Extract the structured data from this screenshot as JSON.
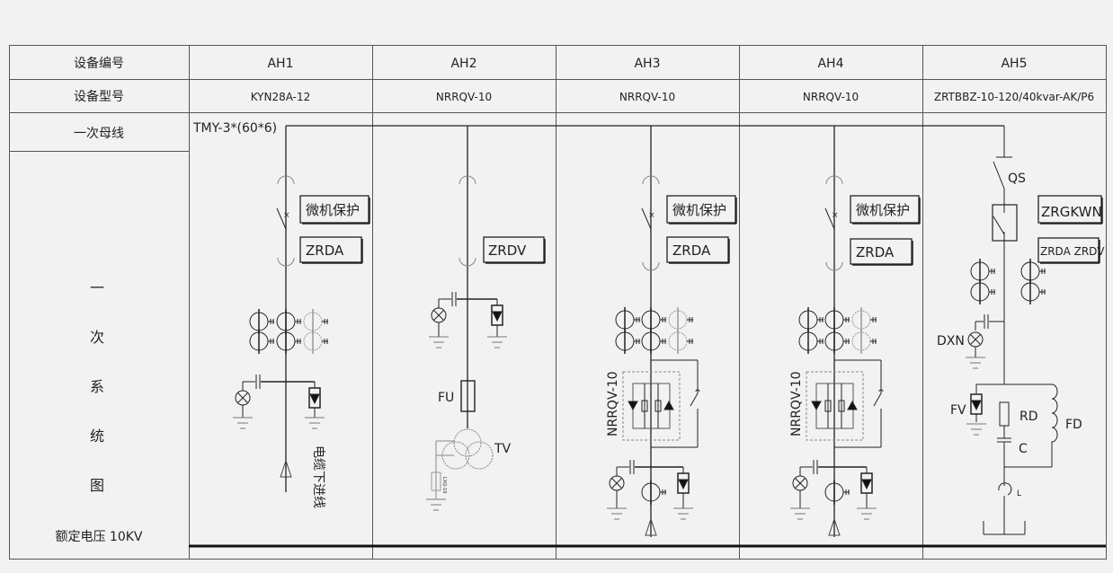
{
  "table": {
    "row_labels": {
      "device_no": "设备编号",
      "device_model": "设备型号",
      "busbar": "一次母线",
      "rated_voltage": "额定电压 10KV"
    },
    "side_title_chars": [
      "一",
      "次",
      "系",
      "统",
      "图"
    ],
    "columns": [
      {
        "id": "AH1",
        "model": "KYN28A-12"
      },
      {
        "id": "AH2",
        "model": "NRRQV-10"
      },
      {
        "id": "AH3",
        "model": "NRRQV-10"
      },
      {
        "id": "AH4",
        "model": "NRRQV-10"
      },
      {
        "id": "AH5",
        "model": "ZRTBBZ-10-120/40kvar-AK/P6"
      }
    ]
  },
  "diagram": {
    "busbar_label": "TMY-3*(60*6)",
    "ah1": {
      "box1": "微机保护",
      "box2": "ZRDA",
      "cable_label": "电缆下进线"
    },
    "ah2": {
      "box1": "ZRDV",
      "fuse": "FU",
      "tv": "TV",
      "lxq": "LXQ-10"
    },
    "ah3": {
      "box1": "微机保护",
      "box2": "ZRDA",
      "device": "NRRQV-10"
    },
    "ah4": {
      "box1": "微机保护",
      "box2": "ZRDA",
      "device": "NRRQV-10"
    },
    "ah5": {
      "qs": "QS",
      "box1": "ZRGKWN",
      "box2": "ZRDA ZRDV",
      "dxn": "DXN",
      "fv": "FV",
      "rd": "RD",
      "c": "C",
      "fd": "FD",
      "l": "L"
    }
  }
}
